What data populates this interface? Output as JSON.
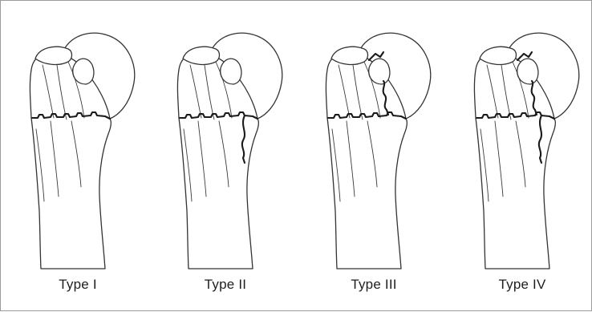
{
  "figure": {
    "panels": [
      {
        "label": "Type I",
        "fractures": [
          "growth_plate"
        ]
      },
      {
        "label": "Type II",
        "fractures": [
          "growth_plate",
          "metaphysis"
        ]
      },
      {
        "label": "Type III",
        "fractures": [
          "growth_plate",
          "epiphysis"
        ]
      },
      {
        "label": "Type IV",
        "fractures": [
          "growth_plate",
          "epiphysis",
          "metaphysis"
        ]
      }
    ]
  }
}
